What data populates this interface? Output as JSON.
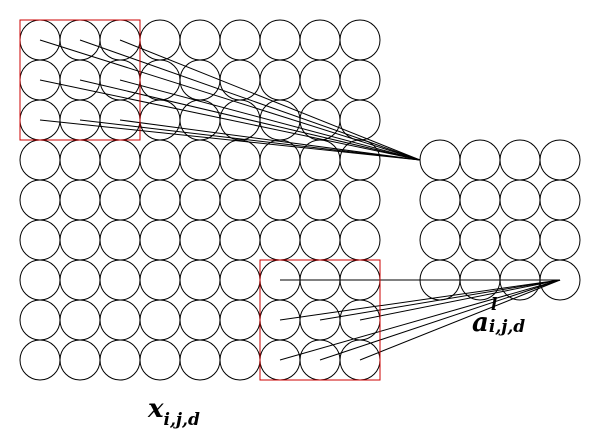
{
  "labels": {
    "input": {
      "symbol": "x",
      "subscript": "i,j,d"
    },
    "output": {
      "symbol": "a",
      "superscript": "l",
      "subscript": "i,j,d"
    }
  },
  "input_grid": {
    "rows": 9,
    "cols": 9
  },
  "output_grid": {
    "rows": 4,
    "cols": 4
  },
  "receptive_fields": [
    {
      "input_top_left": [
        0,
        0
      ],
      "size": 3,
      "target_output": [
        0,
        0
      ]
    },
    {
      "input_top_left": [
        6,
        6
      ],
      "size": 3,
      "target_output": [
        3,
        3
      ]
    }
  ],
  "colors": {
    "stroke": "#000000",
    "highlight": "#cc0000",
    "background": "#ffffff"
  }
}
